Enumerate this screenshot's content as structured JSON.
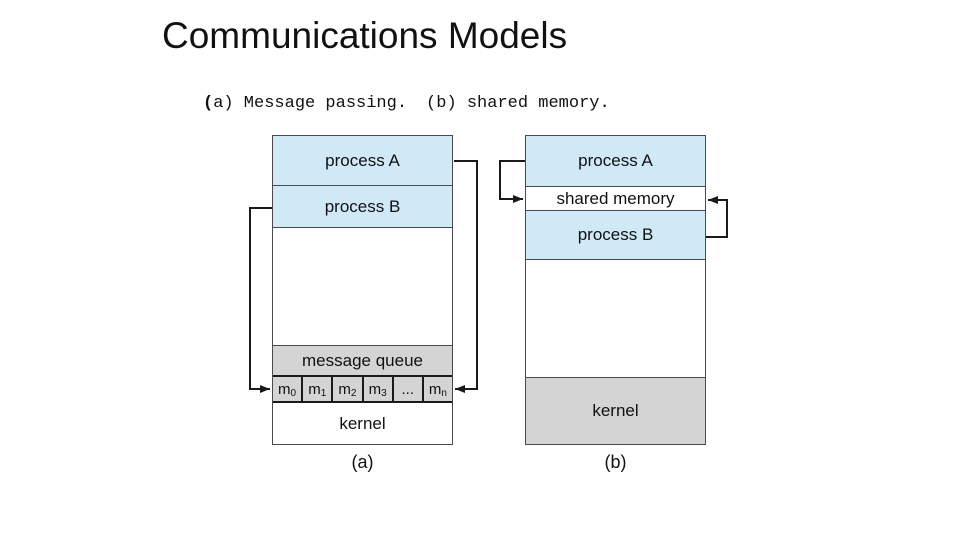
{
  "slide": {
    "title": "Communications Models",
    "caption": {
      "bold_paren": "(",
      "part_a": "a) Message passing.",
      "part_b": "(b) shared memory."
    }
  },
  "diagram_a": {
    "label": "(a)",
    "process_a": "process A",
    "process_b": "process B",
    "message_queue": "message queue",
    "cells": [
      {
        "base": "m",
        "sub": "0"
      },
      {
        "base": "m",
        "sub": "1"
      },
      {
        "base": "m",
        "sub": "2"
      },
      {
        "base": "m",
        "sub": "3"
      },
      {
        "base": "...",
        "sub": ""
      },
      {
        "base": "m",
        "sub": "n"
      }
    ],
    "kernel": "kernel"
  },
  "diagram_b": {
    "label": "(b)",
    "process_a": "process A",
    "shared_memory": "shared memory",
    "process_b": "process B",
    "kernel": "kernel"
  },
  "colors": {
    "band_blue": "#cfe9f7",
    "band_gray": "#d4d4d4",
    "box_border": "#4a4a4a",
    "cell_border": "#1a1a1a",
    "arrow": "#1a1a1a",
    "text": "#111111"
  }
}
